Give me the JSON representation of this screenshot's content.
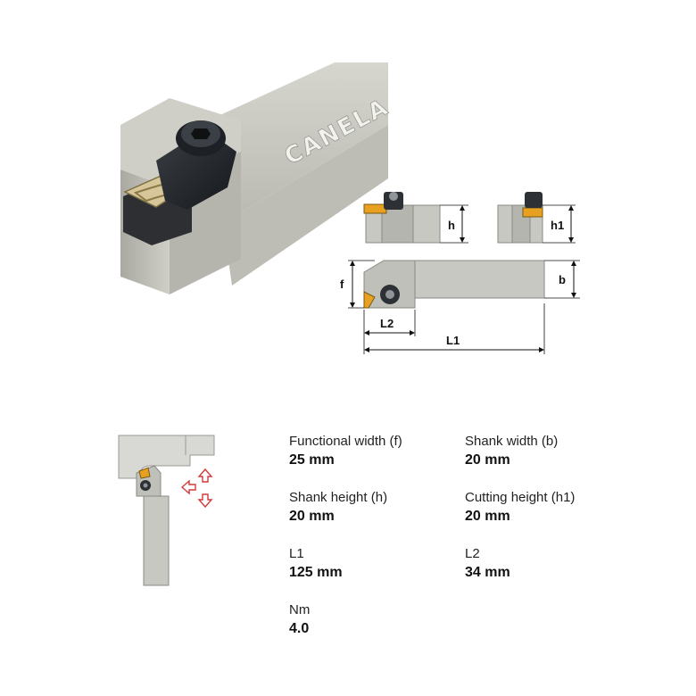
{
  "product": {
    "brand": "CANELA"
  },
  "drawing": {
    "labels": {
      "h": "h",
      "h1": "h1",
      "f": "f",
      "b": "b",
      "L1": "L1",
      "L2": "L2"
    }
  },
  "specs": [
    {
      "label": "Functional width (f)",
      "value": "25 mm"
    },
    {
      "label": "Shank width (b)",
      "value": "20 mm"
    },
    {
      "label": "Shank height (h)",
      "value": "20 mm"
    },
    {
      "label": "Cutting height (h1)",
      "value": "20 mm"
    },
    {
      "label": "L1",
      "value": "125 mm"
    },
    {
      "label": "L2",
      "value": "34 mm"
    },
    {
      "label": "Nm",
      "value": "4.0"
    }
  ],
  "colors": {
    "insert": "#e8a020",
    "steel": "#c9c9c2",
    "arrow": "#d23a3a"
  }
}
